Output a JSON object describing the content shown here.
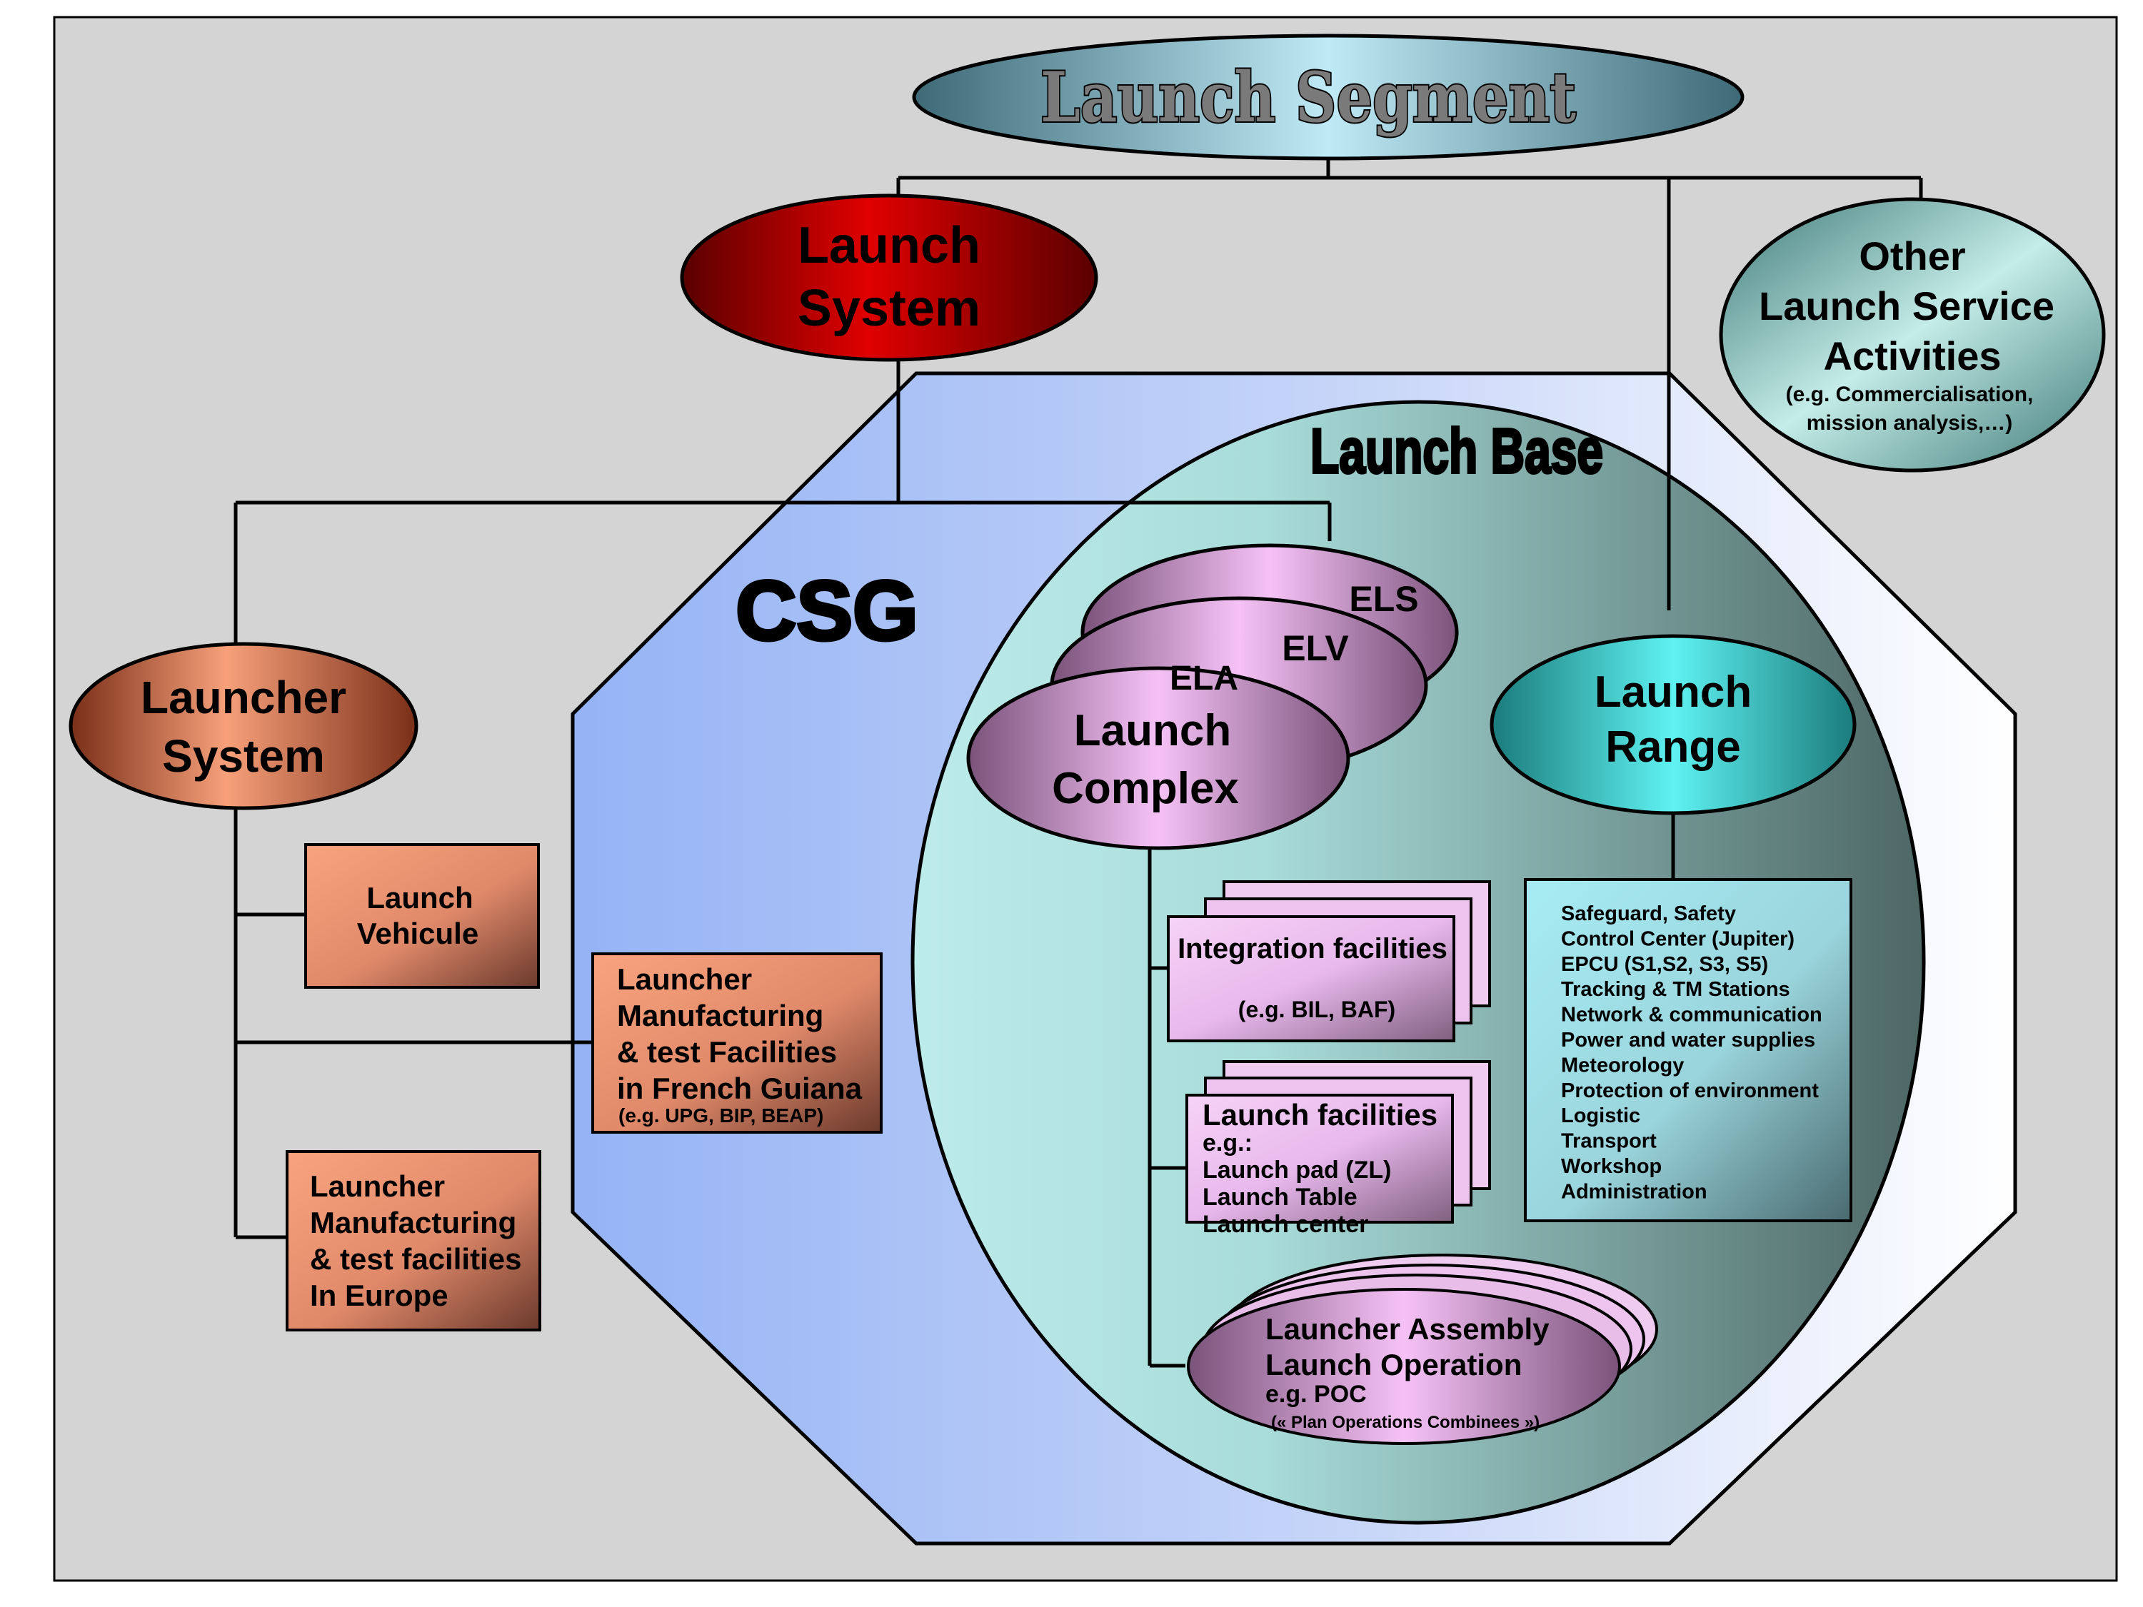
{
  "title": "Launch Segment",
  "launch_system": {
    "line1": "Launch",
    "line2": "System"
  },
  "other_services": {
    "line1": "Other",
    "line2": "Launch Service",
    "line3": "Activities",
    "note1": "(e.g. Commercialisation,",
    "note2": "mission analysis,…)"
  },
  "csg_label": "CSG",
  "launch_base_label": "Launch Base",
  "launcher_system": {
    "line1": "Launcher",
    "line2": "System"
  },
  "launch_vehicule": {
    "line1": "Launch",
    "line2": "Vehicule"
  },
  "launcher_mfg_guiana": {
    "line1": "Launcher",
    "line2": "Manufacturing",
    "line3": "& test Facilities",
    "line4": "in French Guiana",
    "note": "(e.g. UPG, BIP, BEAP)"
  },
  "launcher_mfg_europe": {
    "line1": "Launcher",
    "line2": "Manufacturing",
    "line3": "& test facilities",
    "line4": "In Europe"
  },
  "complexes": {
    "els": "ELS",
    "elv": "ELV",
    "ela": "ELA"
  },
  "launch_complex": {
    "line1": "Launch",
    "line2": "Complex"
  },
  "launch_range": {
    "line1": "Launch",
    "line2": "Range"
  },
  "integration": {
    "title": "Integration facilities",
    "note": "(e.g. BIL, BAF)"
  },
  "launch_facilities": {
    "title": "Launch facilities",
    "items": [
      "e.g.:",
      "Launch pad (ZL)",
      "Launch Table",
      "Launch center"
    ]
  },
  "assembly": {
    "line1": "Launcher Assembly",
    "line2": "Launch Operation",
    "line3": "e.g. POC",
    "note": "(« Plan Operations Combinees »)"
  },
  "range_items": [
    "Safeguard, Safety",
    "Control Center (Jupiter)",
    "EPCU (S1,S2, S3, S5)",
    "Tracking & TM Stations",
    "Network & communication",
    "Power and water supplies",
    "Meteorology",
    "Protection of environment",
    "Logistic",
    "Transport",
    "Workshop",
    "Administration"
  ],
  "colors": {
    "background": "#d4d4d4",
    "csg": "#a9c0f6",
    "launch_base": "#6f8d8b",
    "launch_system": "#c00000",
    "launcher_orange": "#f2916a",
    "launch_complex": "#f0b4f0",
    "launch_range": "#3fd6d6"
  }
}
